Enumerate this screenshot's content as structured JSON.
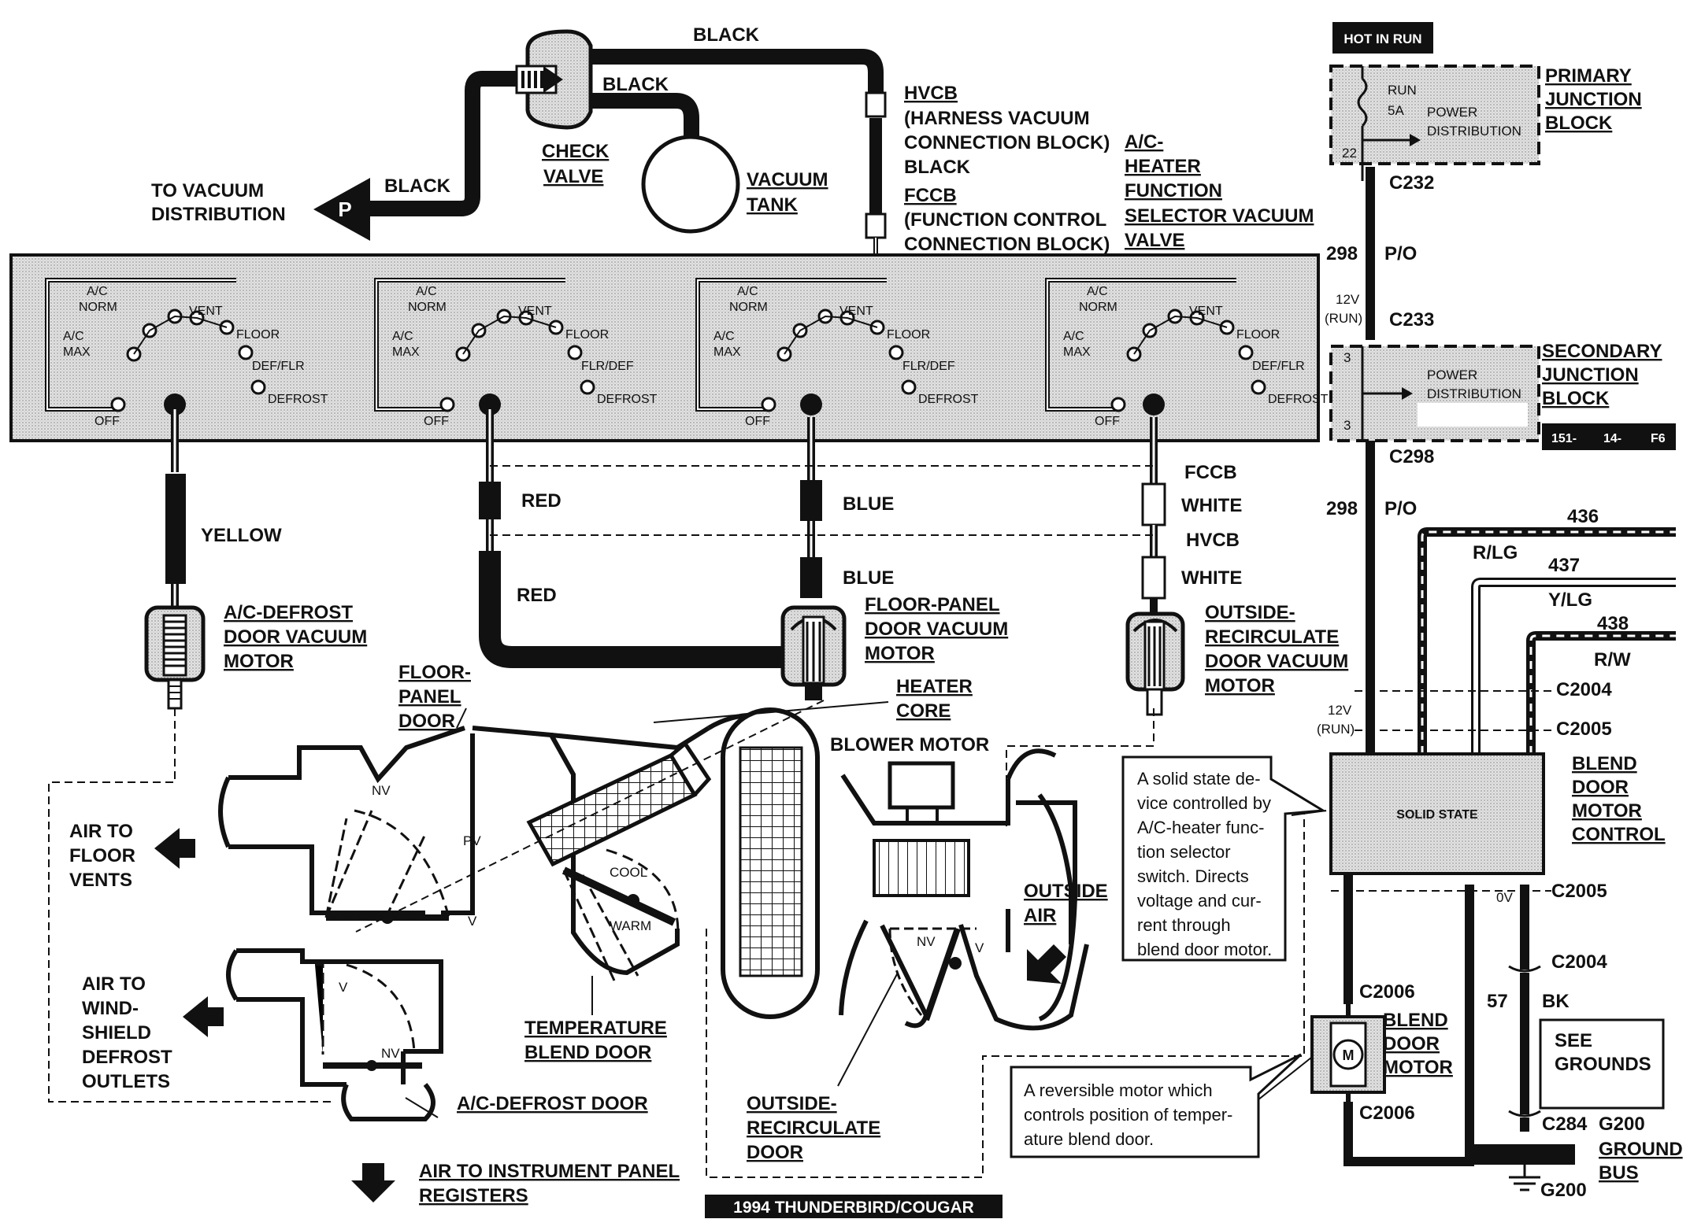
{
  "top": {
    "black_top": "BLACK",
    "black_mid": "BLACK",
    "black_left": "BLACK",
    "check_valve": [
      "CHECK",
      "VALVE"
    ],
    "vacuum_tank": [
      "VACUUM",
      "TANK"
    ],
    "to_vacuum": [
      "TO VACUUM",
      "DISTRIBUTION"
    ],
    "p_letter": "P",
    "hvcb": [
      "HVCB",
      "(HARNESS VACUUM",
      "CONNECTION BLOCK)",
      "BLACK"
    ],
    "fccb": [
      "FCCB",
      "(FUNCTION CONTROL",
      "CONNECTION BLOCK)"
    ],
    "selector": [
      "A/C-",
      "HEATER",
      "FUNCTION",
      "SELECTOR VACUUM",
      "VALVE"
    ]
  },
  "selector_panels": [
    {
      "ac_norm": [
        "A/C",
        "NORM"
      ],
      "ac_max": [
        "A/C",
        "MAX"
      ],
      "vent": "VENT",
      "floor": "FLOOR",
      "mid": "DEF/FLR",
      "defrost": "DEFROST",
      "off": "OFF"
    },
    {
      "ac_norm": [
        "A/C",
        "NORM"
      ],
      "ac_max": [
        "A/C",
        "MAX"
      ],
      "vent": "VENT",
      "floor": "FLOOR",
      "mid": "FLR/DEF",
      "defrost": "DEFROST",
      "off": "OFF"
    },
    {
      "ac_norm": [
        "A/C",
        "NORM"
      ],
      "ac_max": [
        "A/C",
        "MAX"
      ],
      "vent": "VENT",
      "floor": "FLOOR",
      "mid": "FLR/DEF",
      "defrost": "DEFROST",
      "off": "OFF"
    },
    {
      "ac_norm": [
        "A/C",
        "NORM"
      ],
      "ac_max": [
        "A/C",
        "MAX"
      ],
      "vent": "VENT",
      "floor": "FLOOR",
      "mid": "DEF/FLR",
      "defrost": "DEFROST",
      "off": "OFF"
    }
  ],
  "hoses": {
    "yellow": "YELLOW",
    "red1": "RED",
    "red2": "RED",
    "blue1": "BLUE",
    "blue2": "BLUE",
    "fccb": "FCCB",
    "white1": "WHITE",
    "hvcb": "HVCB",
    "white2": "WHITE"
  },
  "motors": {
    "ac_defrost": [
      "A/C-DEFROST",
      "DOOR VACUUM",
      "MOTOR"
    ],
    "floor_panel": [
      "FLOOR-PANEL",
      "DOOR VACUUM",
      "MOTOR"
    ],
    "outside_recirc": [
      "OUTSIDE-",
      "RECIRCULATE",
      "DOOR VACUUM",
      "MOTOR"
    ]
  },
  "airbox": {
    "floor_panel_door": [
      "FLOOR-",
      "PANEL",
      "DOOR"
    ],
    "heater_core": [
      "HEATER",
      "CORE"
    ],
    "blower_motor": "BLOWER MOTOR",
    "air_floor": [
      "AIR TO",
      "FLOOR",
      "VENTS"
    ],
    "air_windshield": [
      "AIR TO",
      "WIND-",
      "SHIELD",
      "DEFROST",
      "OUTLETS"
    ],
    "air_panel": [
      "AIR TO INSTRUMENT PANEL",
      "REGISTERS"
    ],
    "temp_blend": [
      "TEMPERATURE",
      "BLEND DOOR"
    ],
    "ac_defrost_door": "A/C-DEFROST DOOR",
    "outside_recirc_door": [
      "OUTSIDE-",
      "RECIRCULATE",
      "DOOR"
    ],
    "outside_air": [
      "OUTSIDE",
      "AIR"
    ],
    "nv": "NV",
    "pv": "PV",
    "v": "V",
    "cool": "COOL",
    "warm": "WARM"
  },
  "callouts": {
    "solid_state": [
      "A solid state de-",
      "vice controlled by",
      "A/C-heater func-",
      "tion selector",
      "switch. Directs",
      "voltage and cur-",
      "rent through",
      "blend door motor."
    ],
    "reversible": [
      "A reversible motor which",
      "controls position of temper-",
      "ature blend door."
    ]
  },
  "electrical": {
    "hot_in_run": "HOT IN RUN",
    "run": "RUN",
    "fuse": "5A",
    "power_dist_1": [
      "POWER",
      "DISTRIBUTION"
    ],
    "pin22": "22",
    "primary": [
      "PRIMARY",
      "JUNCTION",
      "BLOCK"
    ],
    "c232": "C232",
    "w298a": "298",
    "po_a": "P/O",
    "v12a": [
      "12V",
      "(RUN)"
    ],
    "c233": "C233",
    "pin3a": "3",
    "pin3b": "3",
    "power_dist_2": [
      "POWER",
      "DISTRIBUTION"
    ],
    "secondary": [
      "SECONDARY",
      "JUNCTION",
      "BLOCK"
    ],
    "page_ref": [
      "151-",
      "14-",
      "F6"
    ],
    "c298": "C298",
    "w298b": "298",
    "po_b": "P/O",
    "w436": "436",
    "rlg": "R/LG",
    "w437": "437",
    "ylg": "Y/LG",
    "w438": "438",
    "rw": "R/W",
    "c2004a": "C2004",
    "v12b": [
      "12V",
      "(RUN)"
    ],
    "c2005a": "C2005",
    "solid_state": "SOLID STATE",
    "blend_control": [
      "BLEND",
      "DOOR",
      "MOTOR",
      "CONTROL"
    ],
    "ov": "0V",
    "c2005b": "C2005",
    "c2004b": "C2004",
    "w57": "57",
    "bk": "BK",
    "c2006a": "C2006",
    "motor_m": "M",
    "blend_motor": [
      "BLEND",
      "DOOR",
      "MOTOR"
    ],
    "c2006b": "C2006",
    "see_grounds": [
      "SEE",
      "GROUNDS"
    ],
    "c284": "C284",
    "g200a": "G200",
    "ground_bus": [
      "GROUND",
      "BUS"
    ],
    "g200b": "G200"
  },
  "footer": "1994 THUNDERBIRD/COUGAR"
}
